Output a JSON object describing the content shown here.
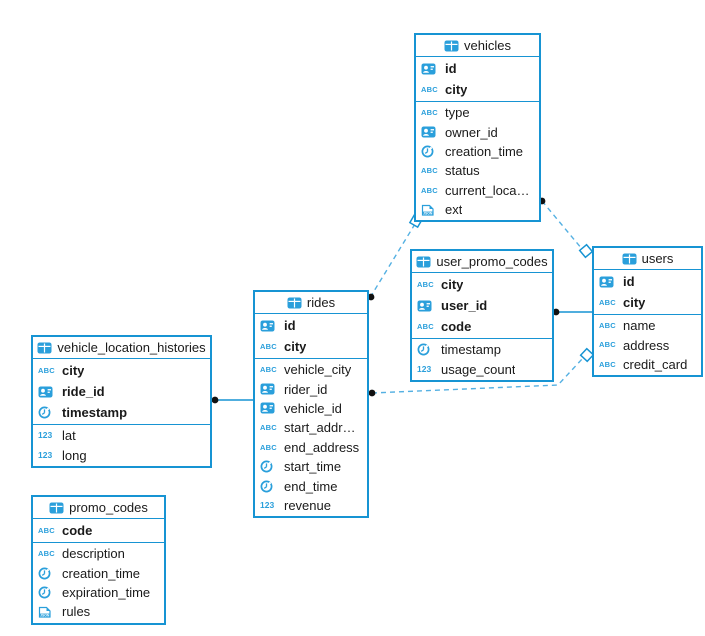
{
  "diagram": {
    "colors": {
      "accent": "#1794d3",
      "icon": "#2a9fdb",
      "dashed_line": "#54b0e2",
      "marker_dot": "#111111",
      "text": "#1a1a1a",
      "background": "#ffffff"
    },
    "tables": [
      {
        "id": "vehicles",
        "title": "vehicles",
        "key_columns": [
          {
            "name": "id",
            "type": "id"
          },
          {
            "name": "city",
            "type": "string"
          }
        ],
        "columns": [
          {
            "name": "type",
            "type": "string"
          },
          {
            "name": "owner_id",
            "type": "id"
          },
          {
            "name": "creation_time",
            "type": "timestamp"
          },
          {
            "name": "status",
            "type": "string"
          },
          {
            "name": "current_location",
            "type": "string"
          },
          {
            "name": "ext",
            "type": "json"
          }
        ]
      },
      {
        "id": "user_promo_codes",
        "title": "user_promo_codes",
        "key_columns": [
          {
            "name": "city",
            "type": "string"
          },
          {
            "name": "user_id",
            "type": "id"
          },
          {
            "name": "code",
            "type": "string"
          }
        ],
        "columns": [
          {
            "name": "timestamp",
            "type": "timestamp"
          },
          {
            "name": "usage_count",
            "type": "number"
          }
        ]
      },
      {
        "id": "users",
        "title": "users",
        "key_columns": [
          {
            "name": "id",
            "type": "id"
          },
          {
            "name": "city",
            "type": "string"
          }
        ],
        "columns": [
          {
            "name": "name",
            "type": "string"
          },
          {
            "name": "address",
            "type": "string"
          },
          {
            "name": "credit_card",
            "type": "string"
          }
        ]
      },
      {
        "id": "rides",
        "title": "rides",
        "key_columns": [
          {
            "name": "id",
            "type": "id"
          },
          {
            "name": "city",
            "type": "string"
          }
        ],
        "columns": [
          {
            "name": "vehicle_city",
            "type": "string"
          },
          {
            "name": "rider_id",
            "type": "id"
          },
          {
            "name": "vehicle_id",
            "type": "id"
          },
          {
            "name": "start_address",
            "type": "string"
          },
          {
            "name": "end_address",
            "type": "string"
          },
          {
            "name": "start_time",
            "type": "timestamp"
          },
          {
            "name": "end_time",
            "type": "timestamp"
          },
          {
            "name": "revenue",
            "type": "number"
          }
        ]
      },
      {
        "id": "vehicle_location_histories",
        "title": "vehicle_location_histories",
        "key_columns": [
          {
            "name": "city",
            "type": "string"
          },
          {
            "name": "ride_id",
            "type": "id"
          },
          {
            "name": "timestamp",
            "type": "timestamp"
          }
        ],
        "columns": [
          {
            "name": "lat",
            "type": "number"
          },
          {
            "name": "long",
            "type": "number"
          }
        ]
      },
      {
        "id": "promo_codes",
        "title": "promo_codes",
        "key_columns": [
          {
            "name": "code",
            "type": "string"
          }
        ],
        "columns": [
          {
            "name": "description",
            "type": "string"
          },
          {
            "name": "creation_time",
            "type": "timestamp"
          },
          {
            "name": "expiration_time",
            "type": "timestamp"
          },
          {
            "name": "rules",
            "type": "json"
          }
        ]
      }
    ],
    "relations": [
      {
        "from": "vehicles",
        "to": "users",
        "style": "dashed",
        "from_marker": "dot",
        "to_marker": "square"
      },
      {
        "from": "vehicles",
        "to": "rides",
        "style": "dashed",
        "from_marker": "square",
        "to_marker": "dot"
      },
      {
        "from": "user_promo_codes",
        "to": "users",
        "style": "solid",
        "from_marker": "dot",
        "to_marker": "none"
      },
      {
        "from": "rides",
        "to": "users",
        "style": "dashed",
        "from_marker": "dot",
        "to_marker": "square"
      },
      {
        "from": "vehicle_location_histories",
        "to": "rides",
        "style": "solid",
        "from_marker": "dot",
        "to_marker": "none"
      }
    ],
    "type_icons": {
      "id": "user-id-type-icon",
      "string": "string-type-icon",
      "timestamp": "timestamp-type-icon",
      "number": "number-type-icon",
      "json": "json-type-icon",
      "table": "table-icon"
    }
  }
}
